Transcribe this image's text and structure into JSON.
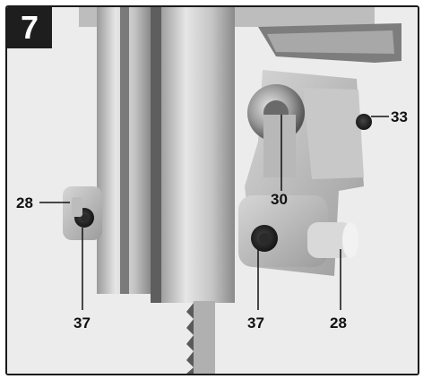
{
  "figure": {
    "number": "7"
  },
  "callouts": {
    "c28_left": "28",
    "c37_left": "37",
    "c30": "30",
    "c33": "33",
    "c37_right": "37",
    "c28_right": "28"
  },
  "colors": {
    "frame_border": "#1a1a1a",
    "badge_background": "#1e1e1e",
    "badge_text": "#ffffff",
    "callout_text": "#111111",
    "aluminium": "#cfcfcf",
    "background": "#ededed"
  }
}
